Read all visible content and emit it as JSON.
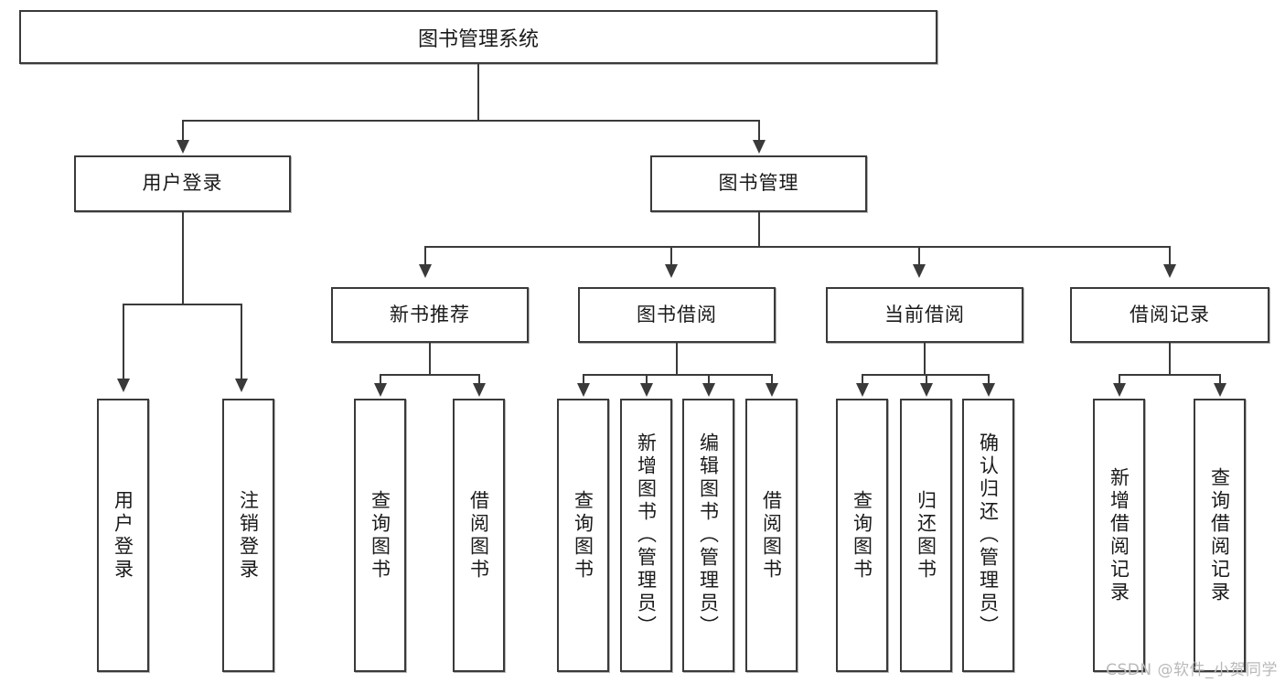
{
  "diagram": {
    "title": "图书管理系统",
    "type": "tree",
    "watermark": "CSDN @软件_小贺同学",
    "colors": {
      "box_border": "#3a3a3a",
      "box_fill": "#ffffff",
      "connector": "#3a3a3a",
      "text": "#1a1a1a",
      "watermark": "#b9b9b9",
      "background": "#ffffff"
    },
    "root": {
      "label": "图书管理系统"
    },
    "level2": [
      {
        "id": "user-login",
        "label": "用户登录"
      },
      {
        "id": "book-management",
        "label": "图书管理"
      }
    ],
    "level3": [
      {
        "id": "new-book-recommend",
        "label": "新书推荐"
      },
      {
        "id": "book-borrow",
        "label": "图书借阅"
      },
      {
        "id": "current-borrow",
        "label": "当前借阅"
      },
      {
        "id": "borrow-record",
        "label": "借阅记录"
      }
    ],
    "leaves": {
      "user_login": [
        {
          "id": "leaf-user-login",
          "label": "用户登录"
        },
        {
          "id": "leaf-logout-login",
          "label": "注销登录"
        }
      ],
      "new_book_recommend": [
        {
          "id": "leaf-query-book-1",
          "label": "查询图书"
        },
        {
          "id": "leaf-borrow-book-1",
          "label": "借阅图书"
        }
      ],
      "book_borrow": [
        {
          "id": "leaf-query-book-2",
          "label": "查询图书"
        },
        {
          "id": "leaf-add-book",
          "label": "新增图书（管理员）"
        },
        {
          "id": "leaf-edit-book",
          "label": "编辑图书（管理员）"
        },
        {
          "id": "leaf-borrow-book-2",
          "label": "借阅图书"
        }
      ],
      "current_borrow": [
        {
          "id": "leaf-query-book-3",
          "label": "查询图书"
        },
        {
          "id": "leaf-return-book",
          "label": "归还图书"
        },
        {
          "id": "leaf-confirm-return",
          "label": "确认归还（管理员）"
        }
      ],
      "borrow_record": [
        {
          "id": "leaf-add-record",
          "label": "新增借阅记录"
        },
        {
          "id": "leaf-query-record",
          "label": "查询借阅记录"
        }
      ]
    }
  }
}
